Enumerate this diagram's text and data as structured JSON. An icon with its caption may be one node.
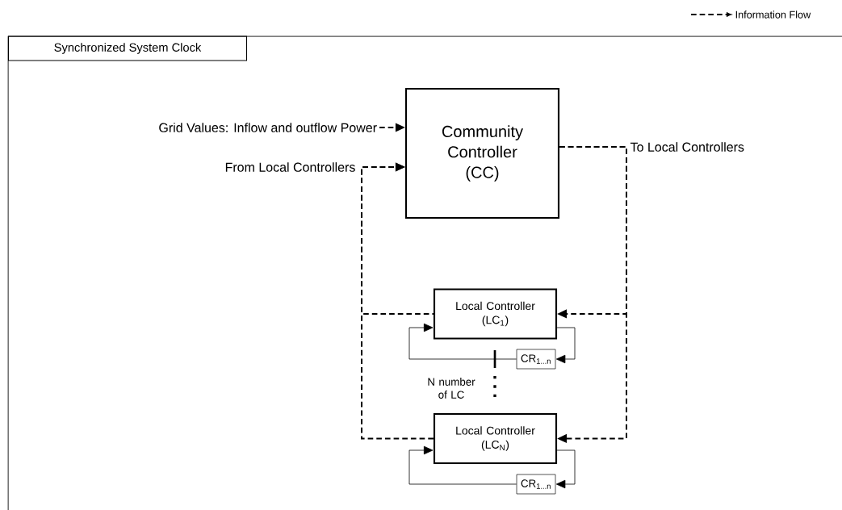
{
  "diagram": {
    "nodes": [
      {
        "text": [
          "Synchronized System Clock"
        ]
      },
      {
        "text": [
          "Grid Values: Inflow and outflow Power"
        ],
        "in": 0
      },
      {
        "text": [
          "Community Controller (CC)"
        ],
        "in": 0
      },
      {
        "text": [
          "Local Controller (LC$_{1}$)"
        ],
        "in": 0
      },
      {
        "text": [
          "CR$_{1...n}$"
        ],
        "in": 0
      },
      {
        "text": [
          "Local Controller (LC$_{N}$)"
        ],
        "in": 0
      },
      {
        "text": [
          "CR$_{1...n}$"
        ],
        "in": 0
      }
    ],
    "edges": [
      {
        "from": 1,
        "to": 2,
        "arrow": "to",
        "style": "dashed"
      },
      {
        "from": 3,
        "to": 2,
        "arrow": "to",
        "style": "dashed"
      },
      {
        "from": 5,
        "to": 2,
        "arrow": "to",
        "style": "dashed"
      },
      {
        "from": 2,
        "to": 3,
        "arrow": "to",
        "style": "dashed"
      },
      {
        "from": 2,
        "to": 5,
        "arrow": "to",
        "style": "dashed"
      },
      {
        "from": 3,
        "to": 4,
        "arrow": "to"
      },
      {
        "from": 4,
        "to": 3,
        "arrow": "to"
      },
      {
        "from": 5,
        "to": 6,
        "arrow": "to"
      },
      {
        "from": 6,
        "to": 5,
        "arrow": "to"
      }
    ],
    "labels": [
      "From Local Controllers",
      "To Local Controllers",
      "N number of LC"
    ],
    "legend": [
      {
        "text": "Information Flow"
      }
    ]
  }
}
